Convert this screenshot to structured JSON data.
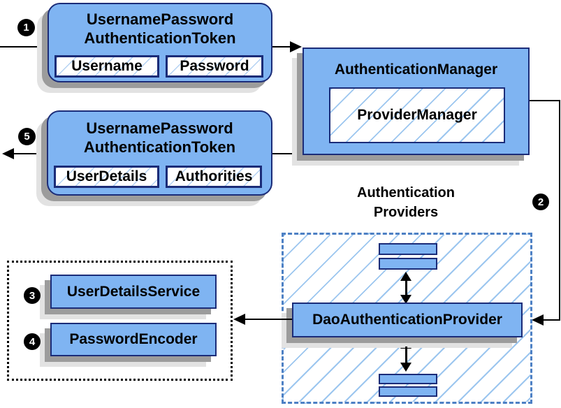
{
  "colors": {
    "node_fill": "#7FB4F2",
    "node_border": "#1B2C78",
    "shadow_dark": "#9C9C9C",
    "shadow_light": "#E2E2E2",
    "hatch_line": "#9CC6EF",
    "dashed_group_border": "#4D80C4",
    "dotted_group_border": "#000000",
    "arrow": "#000000",
    "badge_bg": "#000000",
    "badge_text": "#FFFFFF"
  },
  "steps": {
    "s1": "1",
    "s2": "2",
    "s3": "3",
    "s4": "4",
    "s5": "5"
  },
  "request_token": {
    "title_line1": "UsernamePassword",
    "title_line2": "AuthenticationToken",
    "fields": [
      "Username",
      "Password"
    ]
  },
  "authentication_manager": {
    "title": "AuthenticationManager",
    "inner": "ProviderManager"
  },
  "providers": {
    "label_line1": "Authentication",
    "label_line2": "Providers",
    "provider_name": "DaoAuthenticationProvider"
  },
  "result_token": {
    "title_line1": "UsernamePassword",
    "title_line2": "AuthenticationToken",
    "fields": [
      "UserDetails",
      "Authorities"
    ]
  },
  "services": {
    "user_details_service": "UserDetailsService",
    "password_encoder": "PasswordEncoder"
  }
}
